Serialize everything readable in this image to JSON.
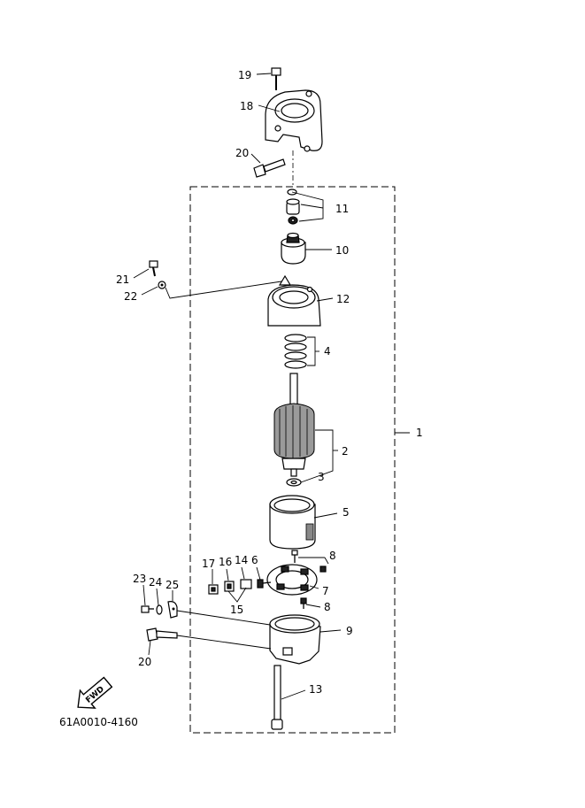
{
  "labels": {
    "l1": "1",
    "l2": "2",
    "l3": "3",
    "l4": "4",
    "l5": "5",
    "l6": "6",
    "l7": "7",
    "l8a": "8",
    "l8b": "8",
    "l9": "9",
    "l10": "10",
    "l11": "11",
    "l12": "12",
    "l13": "13",
    "l14": "14",
    "l15": "15",
    "l16": "16",
    "l17": "17",
    "l18": "18",
    "l19": "19",
    "l20a": "20",
    "l20b": "20",
    "l21": "21",
    "l22": "22",
    "l23": "23",
    "l24": "24",
    "l25": "25"
  },
  "fwd_arrow": {
    "text": "FWD"
  },
  "drawing_number": "61A0010-4160"
}
